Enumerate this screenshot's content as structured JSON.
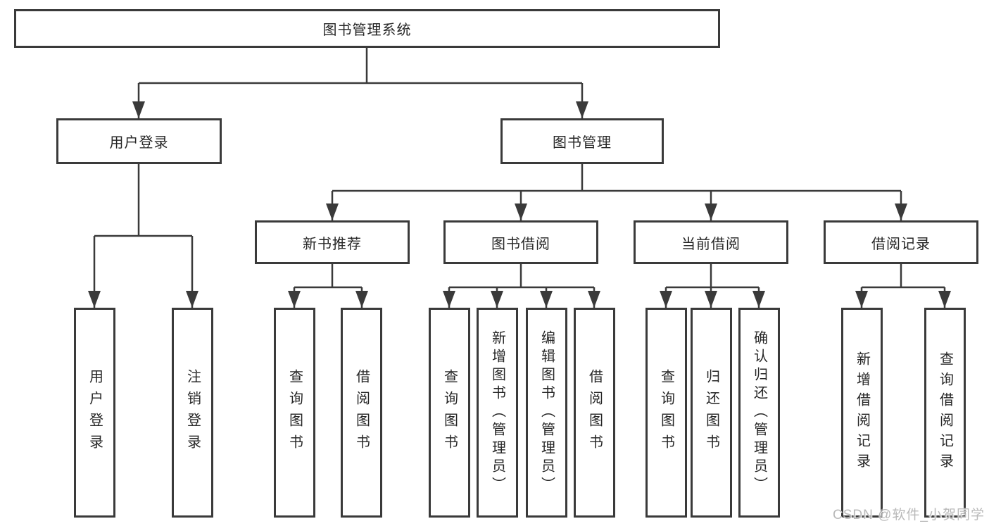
{
  "colors": {
    "line": "#3a3a3a",
    "box_border": "#3a3a3a",
    "box_background": "#ffffff",
    "text": "#262626",
    "watermark": "#b9b9b9"
  },
  "diagram": {
    "root": {
      "label": "图书管理系统"
    },
    "branches": {
      "user_login": {
        "label": "用户登录",
        "children": [
          {
            "label": "用户登录"
          },
          {
            "label": "注销登录"
          }
        ]
      },
      "book_management": {
        "label": "图书管理",
        "sections": [
          {
            "label": "新书推荐",
            "children": [
              {
                "label": "查询图书"
              },
              {
                "label": "借阅图书"
              }
            ]
          },
          {
            "label": "图书借阅",
            "children": [
              {
                "label": "查询图书"
              },
              {
                "label": "新增图书（管理员）"
              },
              {
                "label": "编辑图书（管理员）"
              },
              {
                "label": "借阅图书"
              }
            ]
          },
          {
            "label": "当前借阅",
            "children": [
              {
                "label": "查询图书"
              },
              {
                "label": "归还图书"
              },
              {
                "label": "确认归还（管理员）"
              }
            ]
          },
          {
            "label": "借阅记录",
            "children": [
              {
                "label": "新增借阅记录"
              },
              {
                "label": "查询借阅记录"
              }
            ]
          }
        ]
      }
    }
  },
  "watermark": {
    "text": "CSDN @软件_小贺同学"
  }
}
